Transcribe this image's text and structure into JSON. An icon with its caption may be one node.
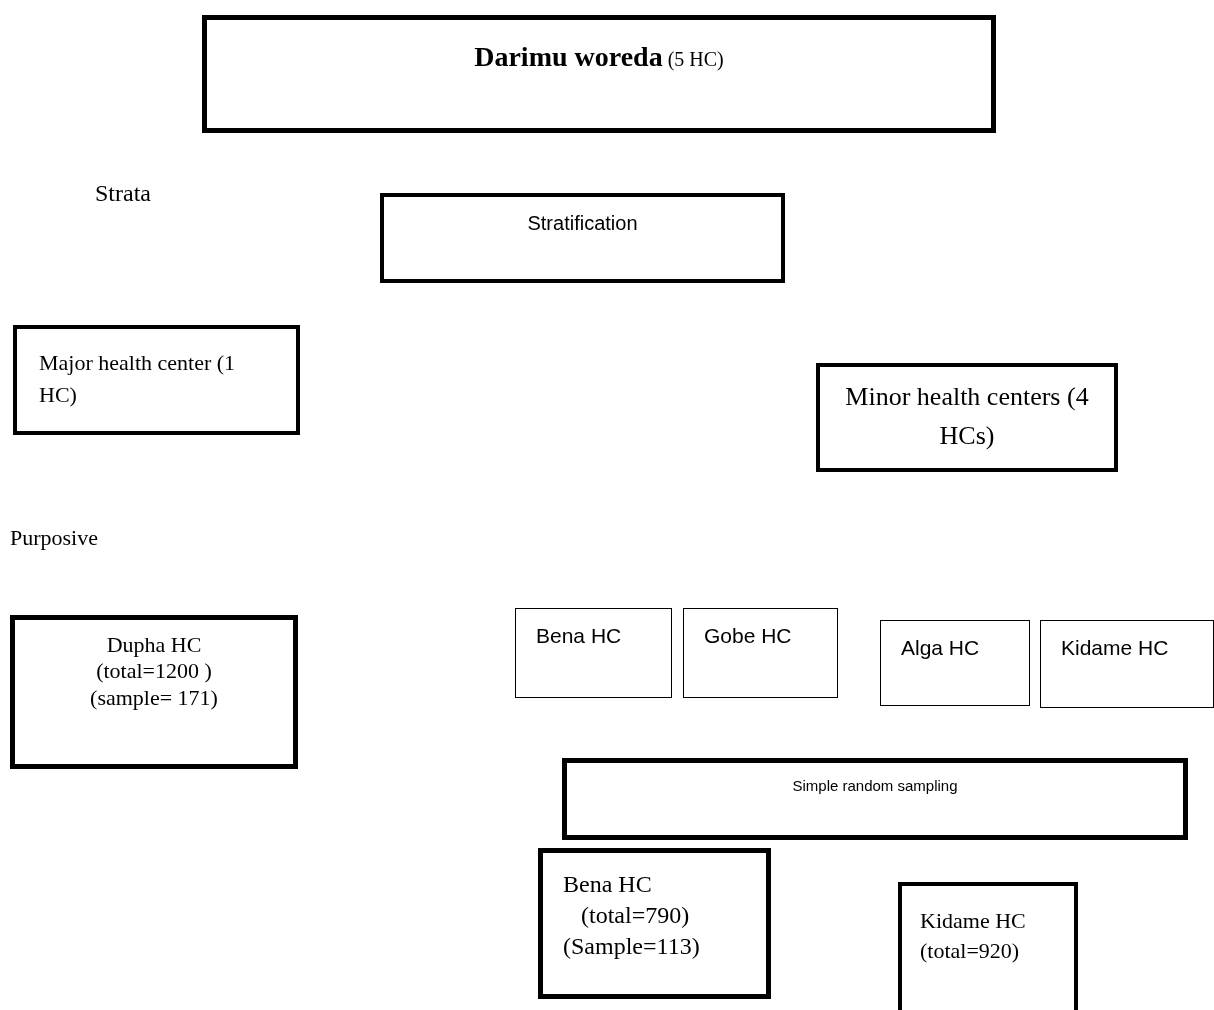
{
  "diagram": {
    "nodes": [
      {
        "text": [
          "**Darimu woreda** (5 HC)"
        ]
      },
      {
        "text": [
          "Stratification"
        ]
      },
      {
        "text": [
          "Major health center (1 HC)"
        ]
      },
      {
        "text": [
          "Minor health centers (4 HCs)"
        ]
      },
      {
        "text": [
          "Dupha HC",
          "(total=1200 )",
          "(sample= 171)"
        ]
      },
      {
        "text": [
          "Bena HC"
        ]
      },
      {
        "text": [
          "Gobe HC"
        ]
      },
      {
        "text": [
          "Alga HC"
        ]
      },
      {
        "text": [
          "Kidame HC"
        ]
      },
      {
        "text": [
          "Simple random sampling"
        ]
      },
      {
        "text": [
          "Bena HC",
          "(total=790)",
          "(Sample=113)"
        ]
      },
      {
        "text": [
          "Kidame HC",
          "(total=920)"
        ]
      }
    ],
    "labels": [
      "Strata",
      "Purposive"
    ]
  }
}
